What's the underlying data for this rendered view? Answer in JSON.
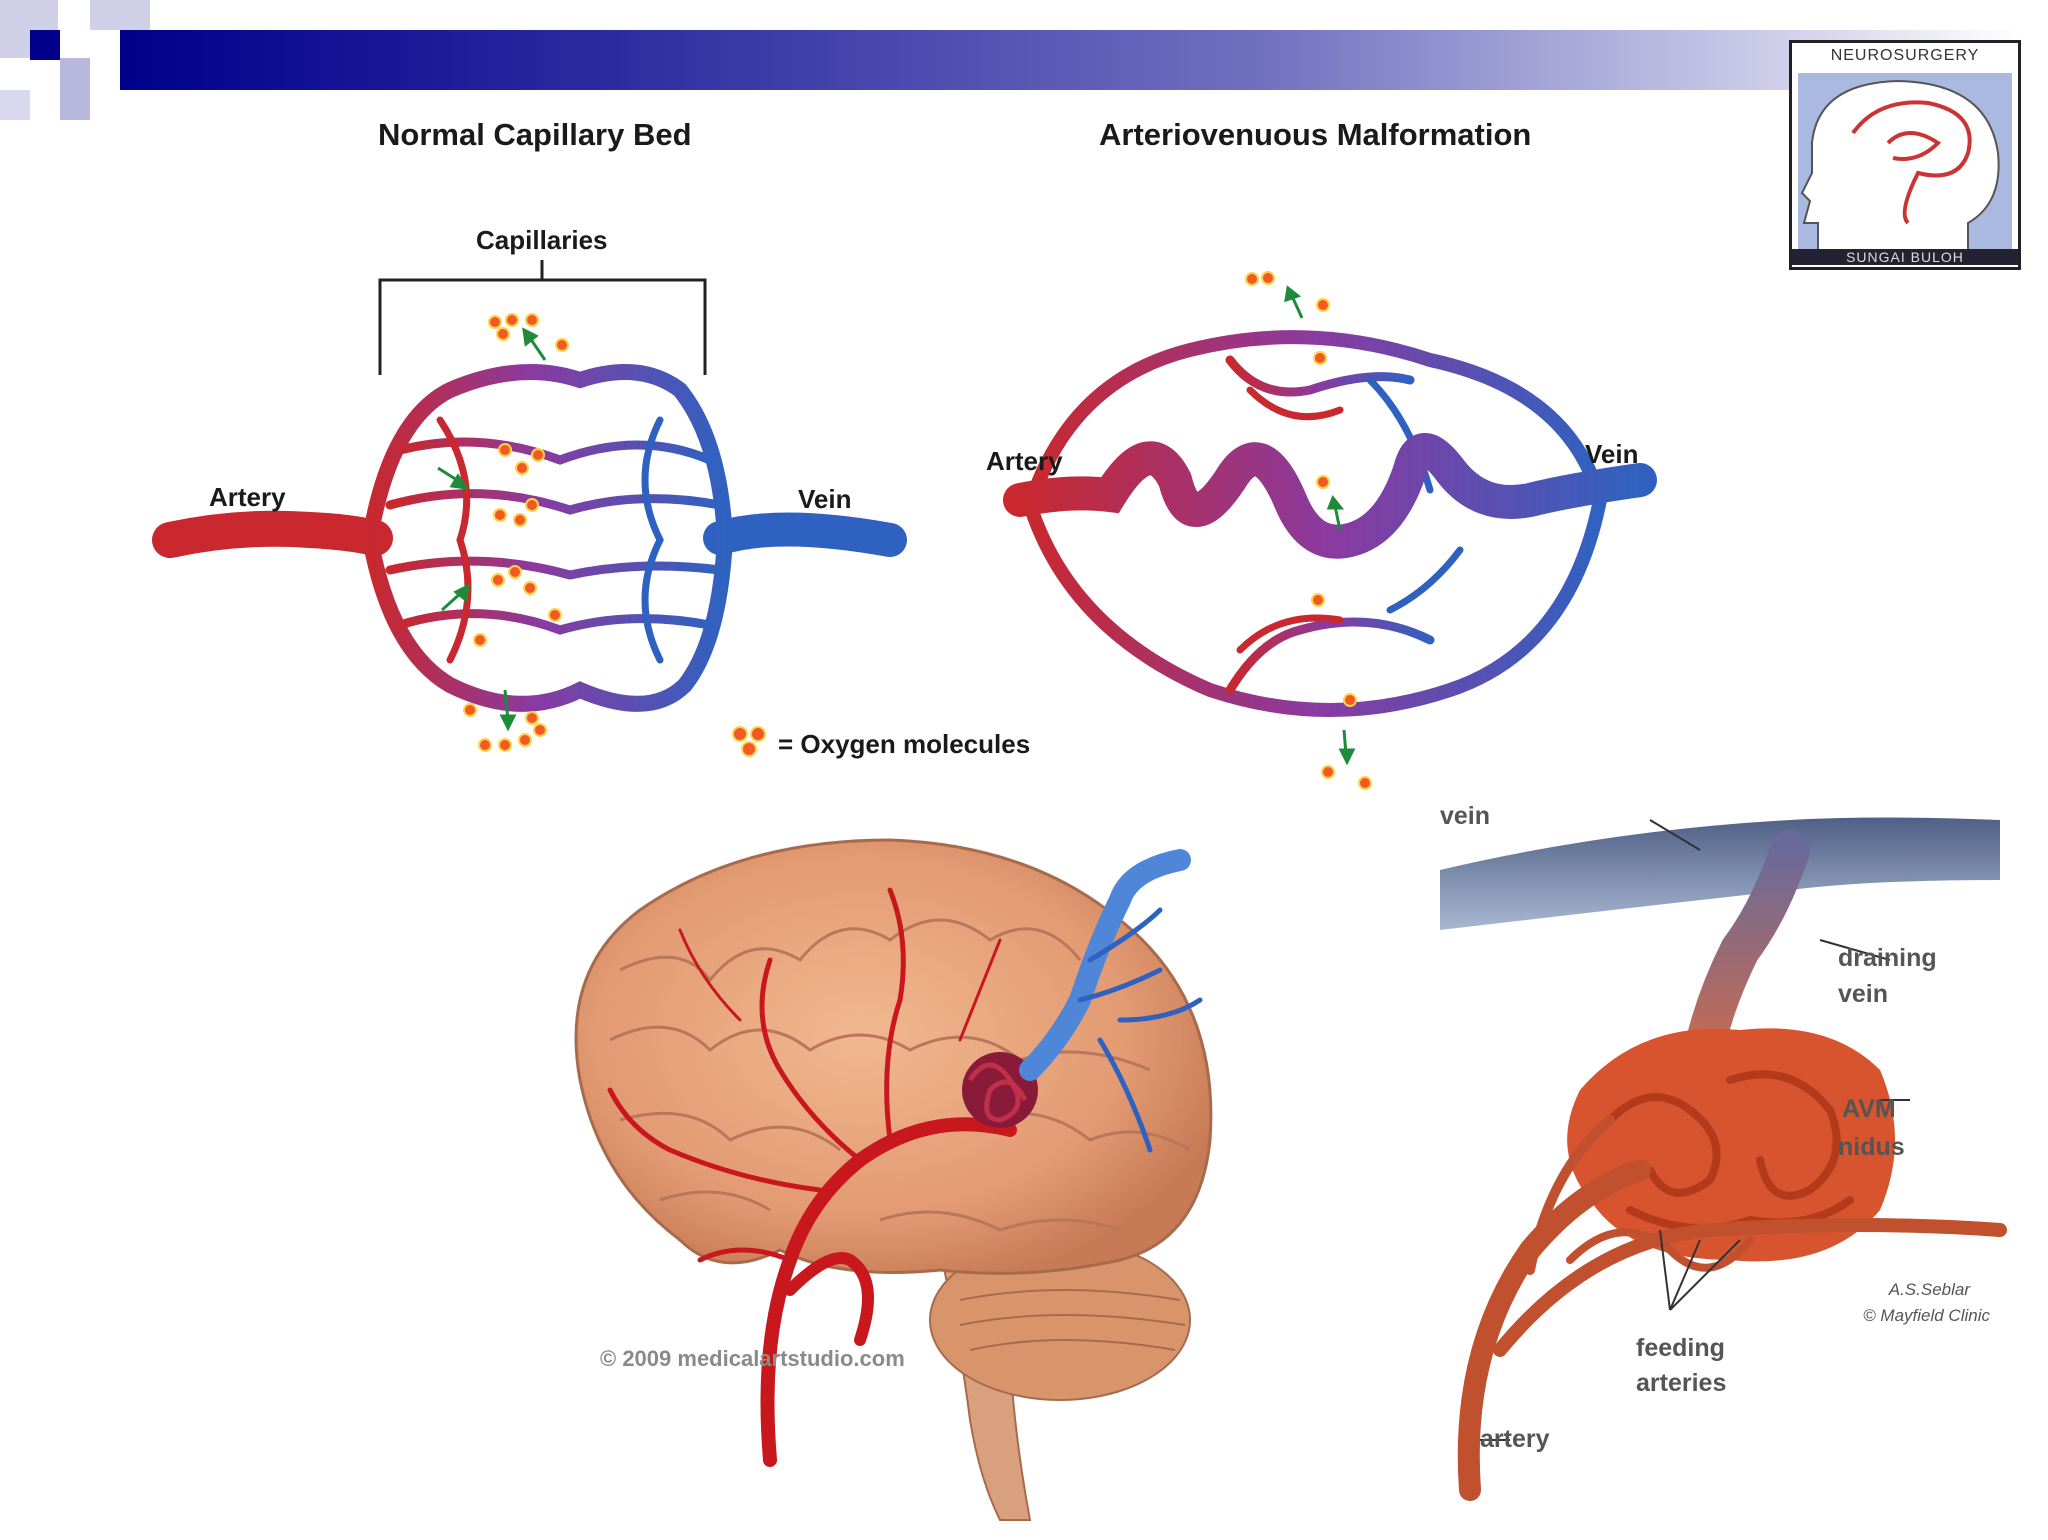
{
  "slide": {
    "accent_color": "#00008a",
    "left_title": "Normal Capillary Bed",
    "right_title": "Arteriovenuous Malformation"
  },
  "normal_diagram": {
    "bracket_label": "Capillaries",
    "artery_label": "Artery",
    "vein_label": "Vein"
  },
  "avm_diagram": {
    "artery_label": "Artery",
    "vein_label": "Vein"
  },
  "legend": {
    "text": "= Oxygen molecules"
  },
  "logo": {
    "top_text": "NEUROSURGERY",
    "bottom_text": "SUNGAI BULOH"
  },
  "brain_illustration": {
    "credit": "© 2009 medicalartstudio.com"
  },
  "avm_illustration": {
    "vein_label": "vein",
    "draining_vein_line1": "draining",
    "draining_vein_line2": "vein",
    "nidus_line1": "AVM",
    "nidus_line2": "nidus",
    "feeding_line1": "feeding",
    "feeding_line2": "arteries",
    "artery_label": "artery",
    "signature_line1": "A.S.Seblar",
    "signature_line2": "© Mayfield Clinic"
  },
  "colors": {
    "artery_red": "#c8282e",
    "vein_blue": "#2f62c0",
    "oxygen_orange": "#f15a24",
    "brain_tan": "#e7a27a"
  }
}
